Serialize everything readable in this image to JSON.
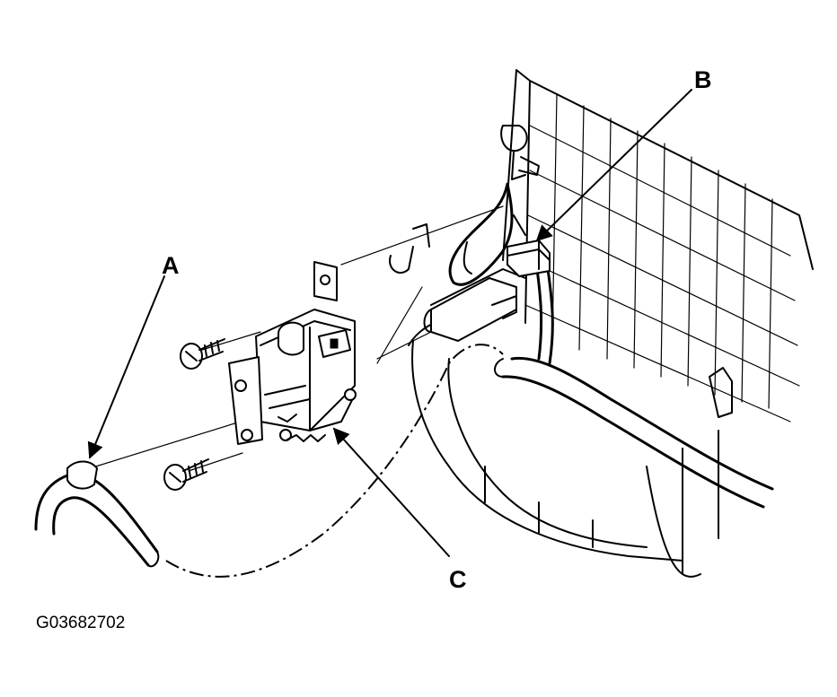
{
  "callouts": {
    "a": "A",
    "b": "B",
    "c": "C"
  },
  "figure_code": "G03682702"
}
